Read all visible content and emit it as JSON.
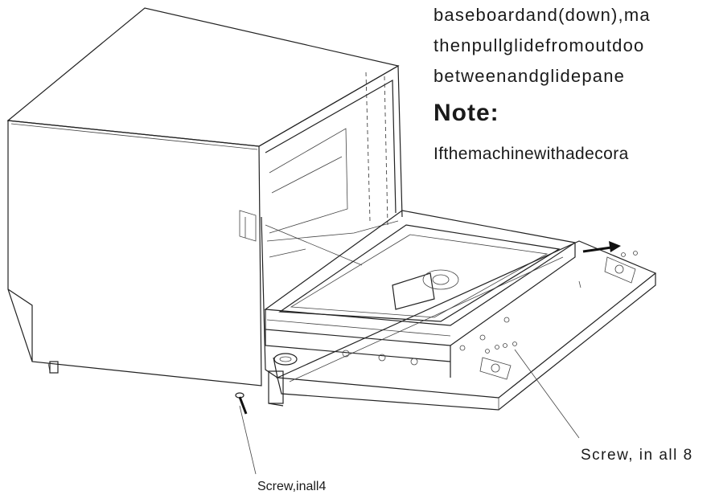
{
  "instructions": {
    "line1": "baseboardand(down),ma",
    "line2": "thenpullglidefromoutdoo",
    "line3": "betweenandglidepane",
    "note_heading": "Note:",
    "line4": "Ifthemachinewithadecora"
  },
  "callouts": {
    "right_screw": "Screw, in all 8",
    "left_screw": "Screw,inall4"
  },
  "colors": {
    "ink": "#1a1a1a",
    "paper": "#ffffff"
  },
  "icons": {
    "arrow": "right-arrow-icon"
  }
}
